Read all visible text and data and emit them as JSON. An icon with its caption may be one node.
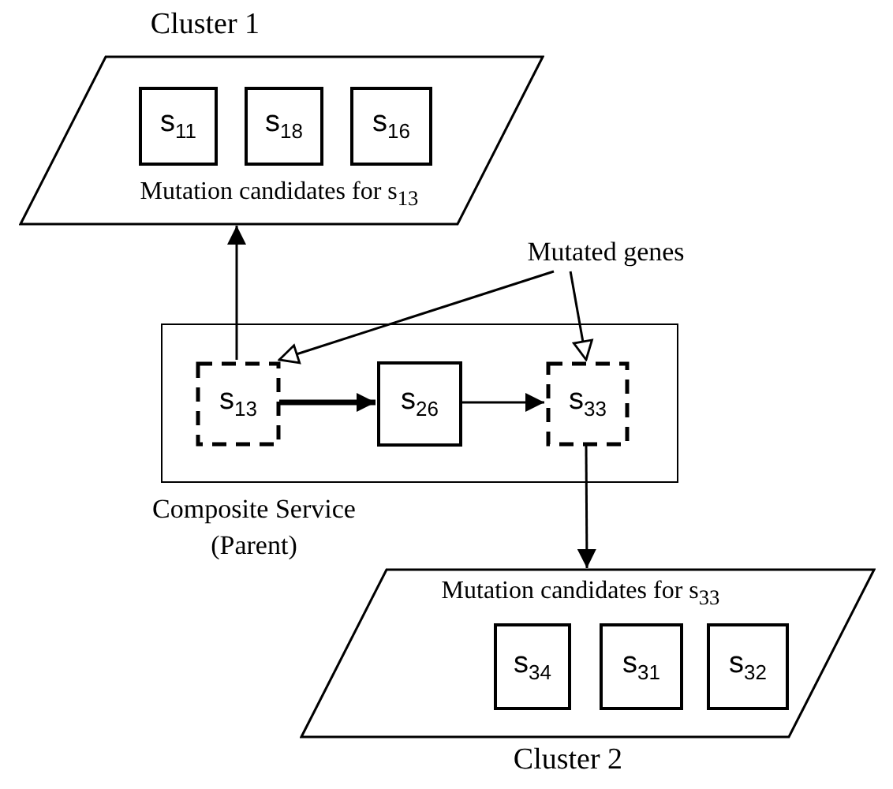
{
  "diagram": {
    "nodes": [
      {
        "text": [
          "Cluster 1",
          "Mutation candidates for s$_{13}$"
        ]
      },
      {
        "text": [
          "s$_{11}$"
        ],
        "in": 0
      },
      {
        "text": [
          "s$_{18}$"
        ],
        "in": 0
      },
      {
        "text": [
          "s$_{16}$"
        ],
        "in": 0
      },
      {
        "text": [
          "Composite Service (Parent)"
        ]
      },
      {
        "text": [
          "s$_{13}$"
        ],
        "in": 4
      },
      {
        "text": [
          "s$_{26}$"
        ],
        "in": 4
      },
      {
        "text": [
          "s$_{33}$"
        ],
        "in": 4
      },
      {
        "text": [
          "Mutation candidates for s$_{33}$",
          "Cluster 2"
        ]
      },
      {
        "text": [
          "s$_{34}$"
        ],
        "in": 8
      },
      {
        "text": [
          "s$_{31}$"
        ],
        "in": 8
      },
      {
        "text": [
          "s$_{32}$"
        ],
        "in": 8
      },
      {
        "text": [
          "Mutated genes"
        ]
      }
    ],
    "edges": [
      {
        "from": 5,
        "to": 0,
        "arrow": "to"
      },
      {
        "from": 5,
        "to": 6,
        "arrow": "to",
        "style": "thick"
      },
      {
        "from": 6,
        "to": 7,
        "arrow": "to"
      },
      {
        "from": 7,
        "to": 8,
        "arrow": "to"
      },
      {
        "from": 12,
        "to": 5,
        "arrow": "to"
      },
      {
        "from": 12,
        "to": 7,
        "arrow": "to"
      }
    ]
  }
}
